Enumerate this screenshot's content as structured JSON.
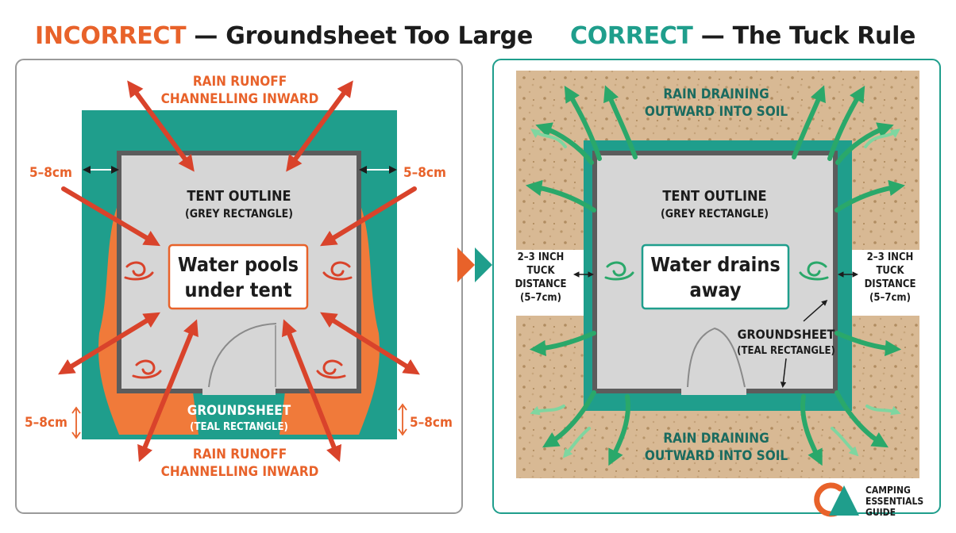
{
  "colors": {
    "orange": "#e8622a",
    "red_arrow": "#d9432b",
    "teal": "#1f9e8c",
    "green_arrow": "#2aa86a",
    "tent_grey": "#d6d6d6",
    "outline_grey": "#5c5c5c",
    "soil": "#d8b994",
    "dark": "#1c1c1c"
  },
  "left": {
    "title_keyword": "INCORRECT",
    "title_rest": " — Groundsheet Too Large",
    "runoff_top_1": "RAIN RUNOFF",
    "runoff_top_2": "CHANNELLING INWARD",
    "runoff_bottom_1": "RAIN RUNOFF",
    "runoff_bottom_2": "CHANNELLING INWARD",
    "gap_top_left": "5–8cm",
    "gap_top_right": "5–8cm",
    "gap_bottom_left": "5–8cm",
    "gap_bottom_right": "5–8cm",
    "tent_label_1": "TENT OUTLINE",
    "tent_label_2": "(GREY RECTANGLE)",
    "pool_1": "Water pools",
    "pool_2": "under tent",
    "ground_1": "GROUNDSHEET",
    "ground_2": "(TEAL RECTANGLE)"
  },
  "right": {
    "title_keyword": "CORRECT",
    "title_rest": " — The Tuck Rule",
    "drain_top_1": "RAIN DRAINING",
    "drain_top_2": "OUTWARD INTO SOIL",
    "drain_bottom_1": "RAIN DRAINING",
    "drain_bottom_2": "OUTWARD INTO SOIL",
    "tent_label_1": "TENT OUTLINE",
    "tent_label_2": "(GREY RECTANGLE)",
    "drain_1": "Water drains",
    "drain_2": "away",
    "tuck_1": "2–3 INCH",
    "tuck_2": "TUCK",
    "tuck_3": "DISTANCE",
    "tuck_4": "(5–7cm)",
    "ground_1": "GROUNDSHEET",
    "ground_2": "(TEAL RECTANGLE)"
  },
  "logo": {
    "line1": "CAMPING",
    "line2": "ESSENTIALS",
    "line3": "GUIDE"
  }
}
